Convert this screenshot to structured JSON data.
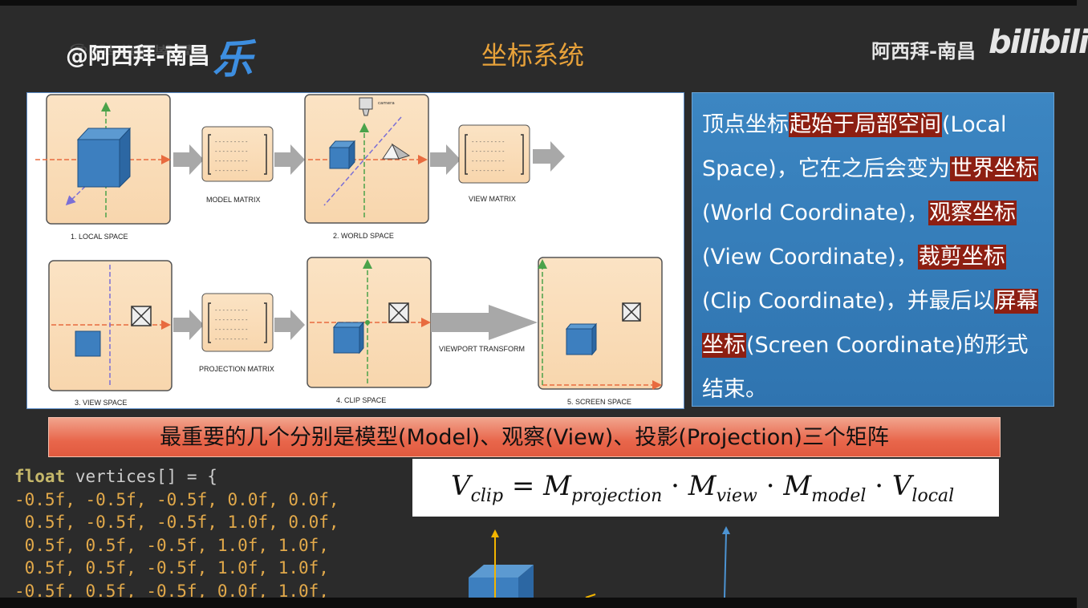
{
  "watermark": {
    "left_text": "@阿西拜-南昌",
    "left_logo": "乐",
    "right_text": "阿西拜-南昌",
    "right_logo": "bilibili"
  },
  "slide": {
    "title": "坐标系统"
  },
  "diagram": {
    "labels": {
      "local_space": "1. LOCAL SPACE",
      "model_matrix": "MODEL MATRIX",
      "world_space": "2. WORLD SPACE",
      "view_matrix": "VIEW MATRIX",
      "camera": "camera",
      "view_space": "3. VIEW SPACE",
      "projection_matrix": "PROJECTION MATRIX",
      "clip_space": "4. CLIP SPACE",
      "viewport_transform": "VIEWPORT TRANSFORM",
      "screen_space": "5. SCREEN SPACE"
    }
  },
  "info": {
    "parts": [
      {
        "t": "顶点坐标",
        "h": false
      },
      {
        "t": "起始于局部空间",
        "h": true
      },
      {
        "t": "(Local Space)，它在之后会变为",
        "h": false
      },
      {
        "t": "世界坐标",
        "h": true
      },
      {
        "t": "(World Coordinate)，",
        "h": false
      },
      {
        "t": "观察坐标",
        "h": true
      },
      {
        "t": "(View Coordinate)，",
        "h": false
      },
      {
        "t": "裁剪坐标",
        "h": true
      },
      {
        "t": "(Clip Coordinate)，并最后以",
        "h": false
      },
      {
        "t": "屏幕坐标",
        "h": true
      },
      {
        "t": "(Screen Coordinate)的形式结束。",
        "h": false
      }
    ]
  },
  "banner": {
    "text": "最重要的几个分别是模型(Model)、观察(View)、投影(Projection)三个矩阵"
  },
  "code": {
    "keyword": "float",
    "decl": " vertices[] = {",
    "lines": [
      "-0.5f, -0.5f, -0.5f, 0.0f, 0.0f,",
      " 0.5f, -0.5f, -0.5f, 1.0f, 0.0f,",
      " 0.5f, 0.5f, -0.5f, 1.0f, 1.0f,",
      " 0.5f, 0.5f, -0.5f, 1.0f, 1.0f,",
      "-0.5f, 0.5f, -0.5f, 0.0f, 1.0f,"
    ]
  },
  "formula": {
    "V": "V",
    "clip": "clip",
    "eq": " = ",
    "M": "M",
    "projection": "projection",
    "dot": " · ",
    "view": "view",
    "model": "model",
    "local": "local"
  }
}
